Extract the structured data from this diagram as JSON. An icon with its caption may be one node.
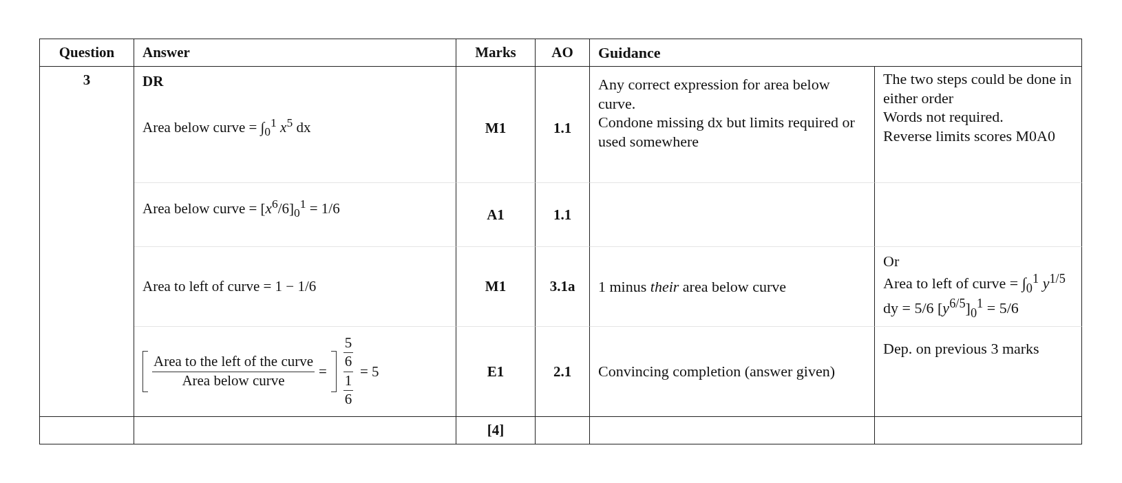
{
  "diagram": {
    "labels": [
      "Question",
      "Answer",
      "Marks",
      "AO",
      "Guidance",
      "3",
      "DR",
      "Area below curve = ∫$_{0}$$^{1}$ *x*$^{5}$ dx",
      "M1",
      "1.1",
      "Any correct expression for area below curve.",
      "Condone missing dx but limits required or used somewhere",
      "The two steps could be done in either order",
      "Words not required.",
      "Reverse limits scores M0A0",
      "Area below curve = [*x*$^{6}$/6]$_{0}$$^{1}$ = 1/6",
      "A1",
      "1.1",
      "Area to left of curve = 1 − 1/6",
      "M1",
      "3.1a",
      "1 minus *their* area below curve",
      "Or",
      "Area to left of curve = ∫$_{0}$$^{1}$ *y*$^{1/5}$ dy = 5/6 [*y*$^{6/5}$]$_{0}$$^{1}$ = 5/6",
      "Area to the left of the curve",
      "Area below curve",
      "=",
      "5",
      "6",
      "1",
      "6",
      "= 5",
      "E1",
      "2.1",
      "Convincing completion (answer given)",
      "Dep. on previous 3 marks",
      "[4]"
    ]
  }
}
